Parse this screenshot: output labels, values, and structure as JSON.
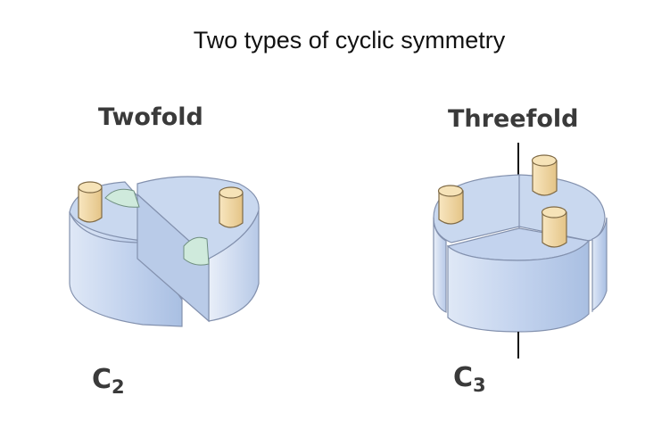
{
  "title": "Two types of cyclic symmetry",
  "panels": {
    "twofold": {
      "label": "Twofold",
      "symbol": "C",
      "subscript": "2"
    },
    "threefold": {
      "label": "Threefold",
      "symbol": "C",
      "subscript": "3"
    }
  },
  "colors": {
    "subunit_top": "#c6d6ee",
    "subunit_side": "#b8cbe8",
    "subunit_edge": "#8391ae",
    "peg": "#f1d7a2",
    "peg_edge": "#7f6a45",
    "contact": "#cde9dc",
    "axis": "#111111"
  }
}
